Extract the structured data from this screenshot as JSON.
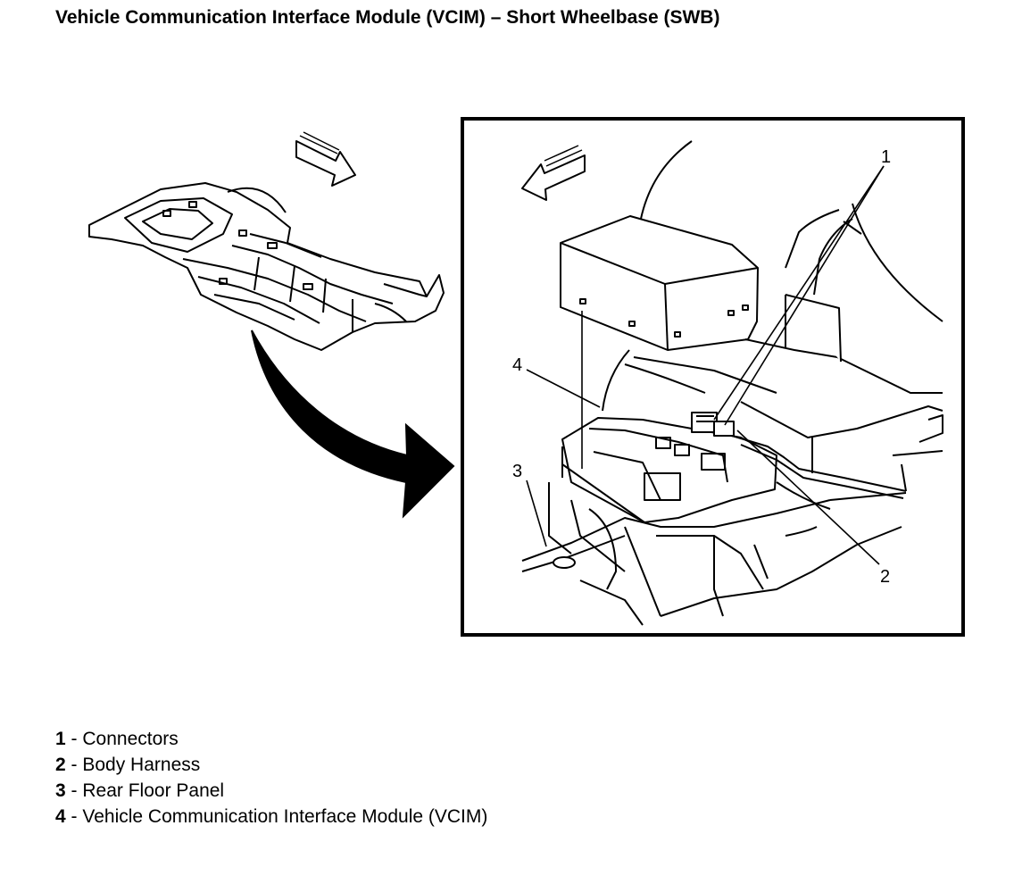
{
  "title": "Vehicle Communication Interface Module (VCIM) – Short Wheelbase (SWB)",
  "callouts": [
    "1",
    "2",
    "3",
    "4"
  ],
  "legend": [
    {
      "num": "1",
      "sep": " - ",
      "label": "Connectors"
    },
    {
      "num": "2",
      "sep": " - ",
      "label": "Body Harness"
    },
    {
      "num": "3",
      "sep": " - ",
      "label": "Rear Floor Panel"
    },
    {
      "num": "4",
      "sep": " - ",
      "label": "Vehicle Communication Interface Module (VCIM)"
    }
  ]
}
